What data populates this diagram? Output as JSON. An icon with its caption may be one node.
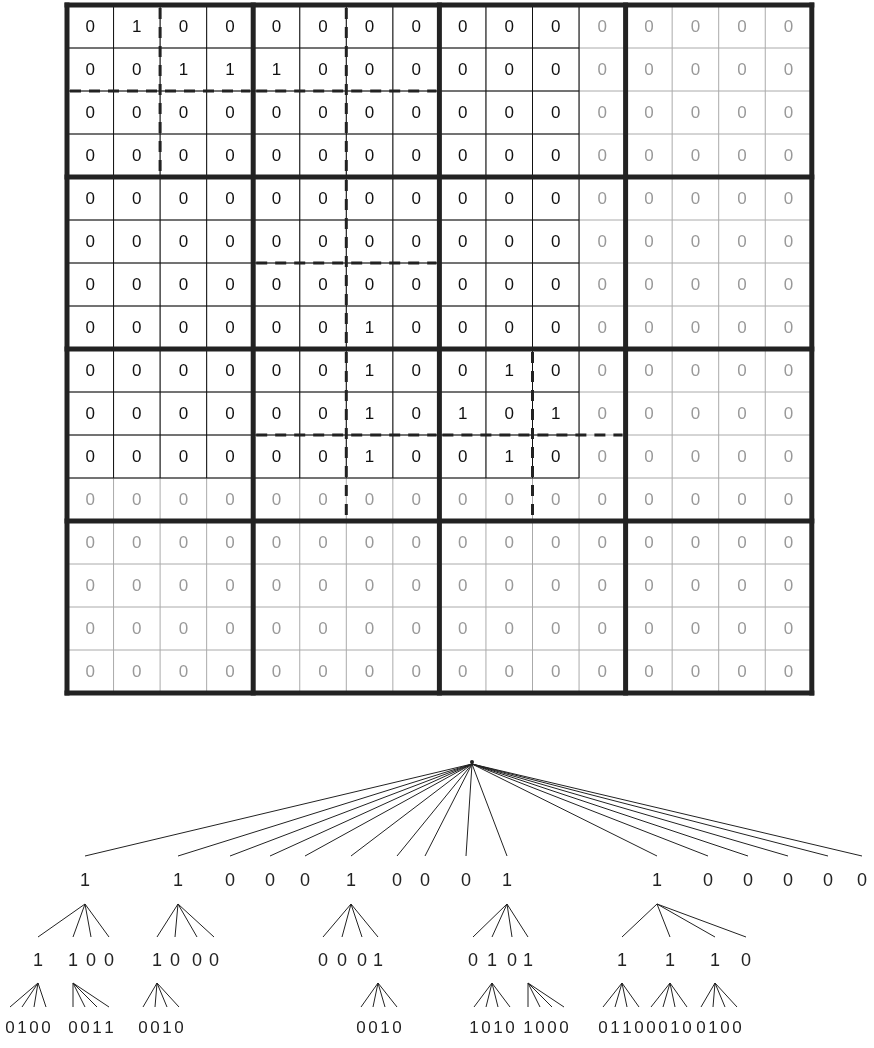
{
  "diagram": {
    "nodes": [
      {
        "text": [],
        "shape": "dot"
      },
      {
        "text": [
          "1"
        ]
      },
      {
        "text": [
          "1"
        ]
      },
      {
        "text": [
          "0"
        ]
      },
      {
        "text": [
          "0"
        ]
      },
      {
        "text": [
          "0"
        ]
      },
      {
        "text": [
          "1"
        ]
      },
      {
        "text": [
          "0"
        ]
      },
      {
        "text": [
          "0"
        ]
      },
      {
        "text": [
          "0"
        ]
      },
      {
        "text": [
          "1"
        ]
      },
      {
        "text": [
          "1"
        ]
      },
      {
        "text": [
          "0"
        ]
      },
      {
        "text": [
          "0"
        ]
      },
      {
        "text": [
          "0"
        ]
      },
      {
        "text": [
          "0"
        ]
      },
      {
        "text": [
          "0"
        ]
      },
      {
        "text": [
          "1"
        ]
      },
      {
        "text": [
          "1"
        ]
      },
      {
        "text": [
          "0"
        ]
      },
      {
        "text": [
          "0"
        ]
      },
      {
        "text": [
          "1"
        ]
      },
      {
        "text": [
          "0"
        ]
      },
      {
        "text": [
          "0"
        ]
      },
      {
        "text": [
          "0"
        ]
      },
      {
        "text": [
          "0"
        ]
      },
      {
        "text": [
          "0"
        ]
      },
      {
        "text": [
          "0"
        ]
      },
      {
        "text": [
          "1"
        ]
      },
      {
        "text": [
          "0"
        ]
      },
      {
        "text": [
          "1"
        ]
      },
      {
        "text": [
          "0"
        ]
      },
      {
        "text": [
          "1"
        ]
      },
      {
        "text": [
          "1"
        ]
      },
      {
        "text": [
          "1"
        ]
      },
      {
        "text": [
          "1"
        ]
      },
      {
        "text": [
          "0"
        ]
      },
      {
        "text": [
          "0"
        ]
      },
      {
        "text": [
          "1"
        ]
      },
      {
        "text": [
          "0"
        ]
      },
      {
        "text": [
          "0"
        ]
      },
      {
        "text": [
          "0"
        ]
      },
      {
        "text": [
          "0"
        ]
      },
      {
        "text": [
          "1"
        ]
      },
      {
        "text": [
          "1"
        ]
      },
      {
        "text": [
          "0"
        ]
      },
      {
        "text": [
          "0"
        ]
      },
      {
        "text": [
          "1"
        ]
      },
      {
        "text": [
          "0"
        ]
      },
      {
        "text": [
          "0"
        ]
      },
      {
        "text": [
          "0"
        ]
      },
      {
        "text": [
          "1"
        ]
      },
      {
        "text": [
          "0"
        ]
      },
      {
        "text": [
          "1"
        ]
      },
      {
        "text": [
          "0"
        ]
      },
      {
        "text": [
          "1"
        ]
      },
      {
        "text": [
          "0"
        ]
      },
      {
        "text": [
          "1"
        ]
      },
      {
        "text": [
          "0"
        ]
      },
      {
        "text": [
          "0"
        ]
      },
      {
        "text": [
          "0"
        ]
      },
      {
        "text": [
          "0"
        ]
      },
      {
        "text": [
          "1"
        ]
      },
      {
        "text": [
          "1"
        ]
      },
      {
        "text": [
          "0"
        ]
      },
      {
        "text": [
          "0"
        ]
      },
      {
        "text": [
          "0"
        ]
      },
      {
        "text": [
          "1"
        ]
      },
      {
        "text": [
          "0"
        ]
      },
      {
        "text": [
          "0"
        ]
      },
      {
        "text": [
          "1"
        ]
      },
      {
        "text": [
          "0"
        ]
      },
      {
        "text": [
          "0"
        ]
      }
    ],
    "edges": [
      {
        "from": 0,
        "to": 1,
        "arrow": "none"
      },
      {
        "from": 0,
        "to": 2,
        "arrow": "none"
      },
      {
        "from": 0,
        "to": 3,
        "arrow": "none"
      },
      {
        "from": 0,
        "to": 4,
        "arrow": "none"
      },
      {
        "from": 0,
        "to": 5,
        "arrow": "none"
      },
      {
        "from": 0,
        "to": 6,
        "arrow": "none"
      },
      {
        "from": 0,
        "to": 7,
        "arrow": "none"
      },
      {
        "from": 0,
        "to": 8,
        "arrow": "none"
      },
      {
        "from": 0,
        "to": 9,
        "arrow": "none"
      },
      {
        "from": 0,
        "to": 10,
        "arrow": "none"
      },
      {
        "from": 0,
        "to": 11,
        "arrow": "none"
      },
      {
        "from": 0,
        "to": 12,
        "arrow": "none"
      },
      {
        "from": 0,
        "to": 13,
        "arrow": "none"
      },
      {
        "from": 0,
        "to": 14,
        "arrow": "none"
      },
      {
        "from": 0,
        "to": 15,
        "arrow": "none"
      },
      {
        "from": 0,
        "to": 16,
        "arrow": "none"
      },
      {
        "from": 1,
        "to": 17,
        "arrow": "none"
      },
      {
        "from": 1,
        "to": 18,
        "arrow": "none"
      },
      {
        "from": 1,
        "to": 19,
        "arrow": "none"
      },
      {
        "from": 1,
        "to": 20,
        "arrow": "none"
      },
      {
        "from": 2,
        "to": 21,
        "arrow": "none"
      },
      {
        "from": 2,
        "to": 22,
        "arrow": "none"
      },
      {
        "from": 2,
        "to": 23,
        "arrow": "none"
      },
      {
        "from": 2,
        "to": 24,
        "arrow": "none"
      },
      {
        "from": 6,
        "to": 25,
        "arrow": "none"
      },
      {
        "from": 6,
        "to": 26,
        "arrow": "none"
      },
      {
        "from": 6,
        "to": 27,
        "arrow": "none"
      },
      {
        "from": 6,
        "to": 28,
        "arrow": "none"
      },
      {
        "from": 10,
        "to": 29,
        "arrow": "none"
      },
      {
        "from": 10,
        "to": 30,
        "arrow": "none"
      },
      {
        "from": 10,
        "to": 31,
        "arrow": "none"
      },
      {
        "from": 10,
        "to": 32,
        "arrow": "none"
      },
      {
        "from": 11,
        "to": 33,
        "arrow": "none"
      },
      {
        "from": 11,
        "to": 34,
        "arrow": "none"
      },
      {
        "from": 11,
        "to": 35,
        "arrow": "none"
      },
      {
        "from": 11,
        "to": 36,
        "arrow": "none"
      },
      {
        "from": 17,
        "to": 37,
        "arrow": "none"
      },
      {
        "from": 17,
        "to": 38,
        "arrow": "none"
      },
      {
        "from": 17,
        "to": 39,
        "arrow": "none"
      },
      {
        "from": 17,
        "to": 40,
        "arrow": "none"
      },
      {
        "from": 18,
        "to": 41,
        "arrow": "none"
      },
      {
        "from": 18,
        "to": 42,
        "arrow": "none"
      },
      {
        "from": 18,
        "to": 43,
        "arrow": "none"
      },
      {
        "from": 18,
        "to": 44,
        "arrow": "none"
      },
      {
        "from": 21,
        "to": 45,
        "arrow": "none"
      },
      {
        "from": 21,
        "to": 46,
        "arrow": "none"
      },
      {
        "from": 21,
        "to": 47,
        "arrow": "none"
      },
      {
        "from": 21,
        "to": 48,
        "arrow": "none"
      },
      {
        "from": 28,
        "to": 49,
        "arrow": "none"
      },
      {
        "from": 28,
        "to": 50,
        "arrow": "none"
      },
      {
        "from": 28,
        "to": 51,
        "arrow": "none"
      },
      {
        "from": 28,
        "to": 52,
        "arrow": "none"
      },
      {
        "from": 30,
        "to": 53,
        "arrow": "none"
      },
      {
        "from": 30,
        "to": 54,
        "arrow": "none"
      },
      {
        "from": 30,
        "to": 55,
        "arrow": "none"
      },
      {
        "from": 30,
        "to": 56,
        "arrow": "none"
      },
      {
        "from": 32,
        "to": 57,
        "arrow": "none"
      },
      {
        "from": 32,
        "to": 58,
        "arrow": "none"
      },
      {
        "from": 32,
        "to": 59,
        "arrow": "none"
      },
      {
        "from": 32,
        "to": 60,
        "arrow": "none"
      },
      {
        "from": 33,
        "to": 61,
        "arrow": "none"
      },
      {
        "from": 33,
        "to": 62,
        "arrow": "none"
      },
      {
        "from": 33,
        "to": 63,
        "arrow": "none"
      },
      {
        "from": 33,
        "to": 64,
        "arrow": "none"
      },
      {
        "from": 34,
        "to": 65,
        "arrow": "none"
      },
      {
        "from": 34,
        "to": 66,
        "arrow": "none"
      },
      {
        "from": 34,
        "to": 67,
        "arrow": "none"
      },
      {
        "from": 34,
        "to": 68,
        "arrow": "none"
      },
      {
        "from": 35,
        "to": 69,
        "arrow": "none"
      },
      {
        "from": 35,
        "to": 70,
        "arrow": "none"
      },
      {
        "from": 35,
        "to": 71,
        "arrow": "none"
      },
      {
        "from": 35,
        "to": 72,
        "arrow": "none"
      }
    ],
    "labels": [
      "0",
      "1",
      "0",
      "0",
      "0",
      "0",
      "0",
      "0",
      "0",
      "0",
      "0",
      "0",
      "0",
      "0",
      "0",
      "0",
      "0",
      "0",
      "1",
      "1",
      "1",
      "0",
      "0",
      "0",
      "0",
      "0",
      "0",
      "0",
      "0",
      "0",
      "0",
      "0",
      "0",
      "0",
      "0",
      "0",
      "0",
      "0",
      "0",
      "0",
      "0",
      "0",
      "0",
      "0",
      "0",
      "0",
      "0",
      "0",
      "0",
      "0",
      "0",
      "0",
      "0",
      "0",
      "0",
      "0",
      "0",
      "0",
      "0",
      "0",
      "0",
      "0",
      "0",
      "0",
      "0",
      "0",
      "0",
      "0",
      "0",
      "0",
      "0",
      "0",
      "0",
      "0",
      "0",
      "0",
      "0",
      "0",
      "0",
      "0",
      "0",
      "0",
      "0",
      "0",
      "0",
      "0",
      "0",
      "0",
      "0",
      "0",
      "0",
      "0",
      "0",
      "0",
      "0",
      "0",
      "0",
      "0",
      "0",
      "0",
      "0",
      "0",
      "0",
      "0",
      "0",
      "0",
      "0",
      "0",
      "0",
      "0",
      "0",
      "0",
      "0",
      "0",
      "0",
      "0",
      "0",
      "0",
      "1",
      "0",
      "0",
      "0",
      "0",
      "0",
      "0",
      "0",
      "0",
      "0",
      "0",
      "0",
      "0",
      "0",
      "0",
      "0",
      "1",
      "0",
      "0",
      "1",
      "0",
      "0",
      "0",
      "0",
      "0",
      "0",
      "0",
      "0",
      "0",
      "0",
      "0",
      "0",
      "1",
      "0",
      "1",
      "0",
      "1",
      "0",
      "0",
      "0",
      "0",
      "0",
      "0",
      "0",
      "0",
      "0",
      "0",
      "0",
      "1",
      "0",
      "0",
      "1",
      "0",
      "0",
      "0",
      "0",
      "0",
      "0",
      "0",
      "0",
      "0",
      "0",
      "0",
      "0",
      "0",
      "0",
      "0",
      "0",
      "0",
      "0",
      "0",
      "0",
      "0",
      "0",
      "0",
      "0",
      "0",
      "0",
      "0",
      "0",
      "0",
      "0",
      "0",
      "0",
      "0",
      "0",
      "0",
      "0",
      "0",
      "0",
      "0",
      "0",
      "0",
      "0",
      "0",
      "0",
      "0",
      "0",
      "0",
      "0",
      "0",
      "0",
      "0",
      "0",
      "0",
      "0",
      "0",
      "0",
      "0",
      "0",
      "0",
      "0",
      "0",
      "0",
      "0",
      "0",
      "0",
      "0",
      "0",
      "0",
      "0",
      "0",
      "0",
      "0",
      "0",
      "0",
      "0",
      "0",
      "0",
      "0",
      "0",
      "0",
      "0",
      "0",
      "0",
      "0",
      "0",
      "0"
    ]
  }
}
